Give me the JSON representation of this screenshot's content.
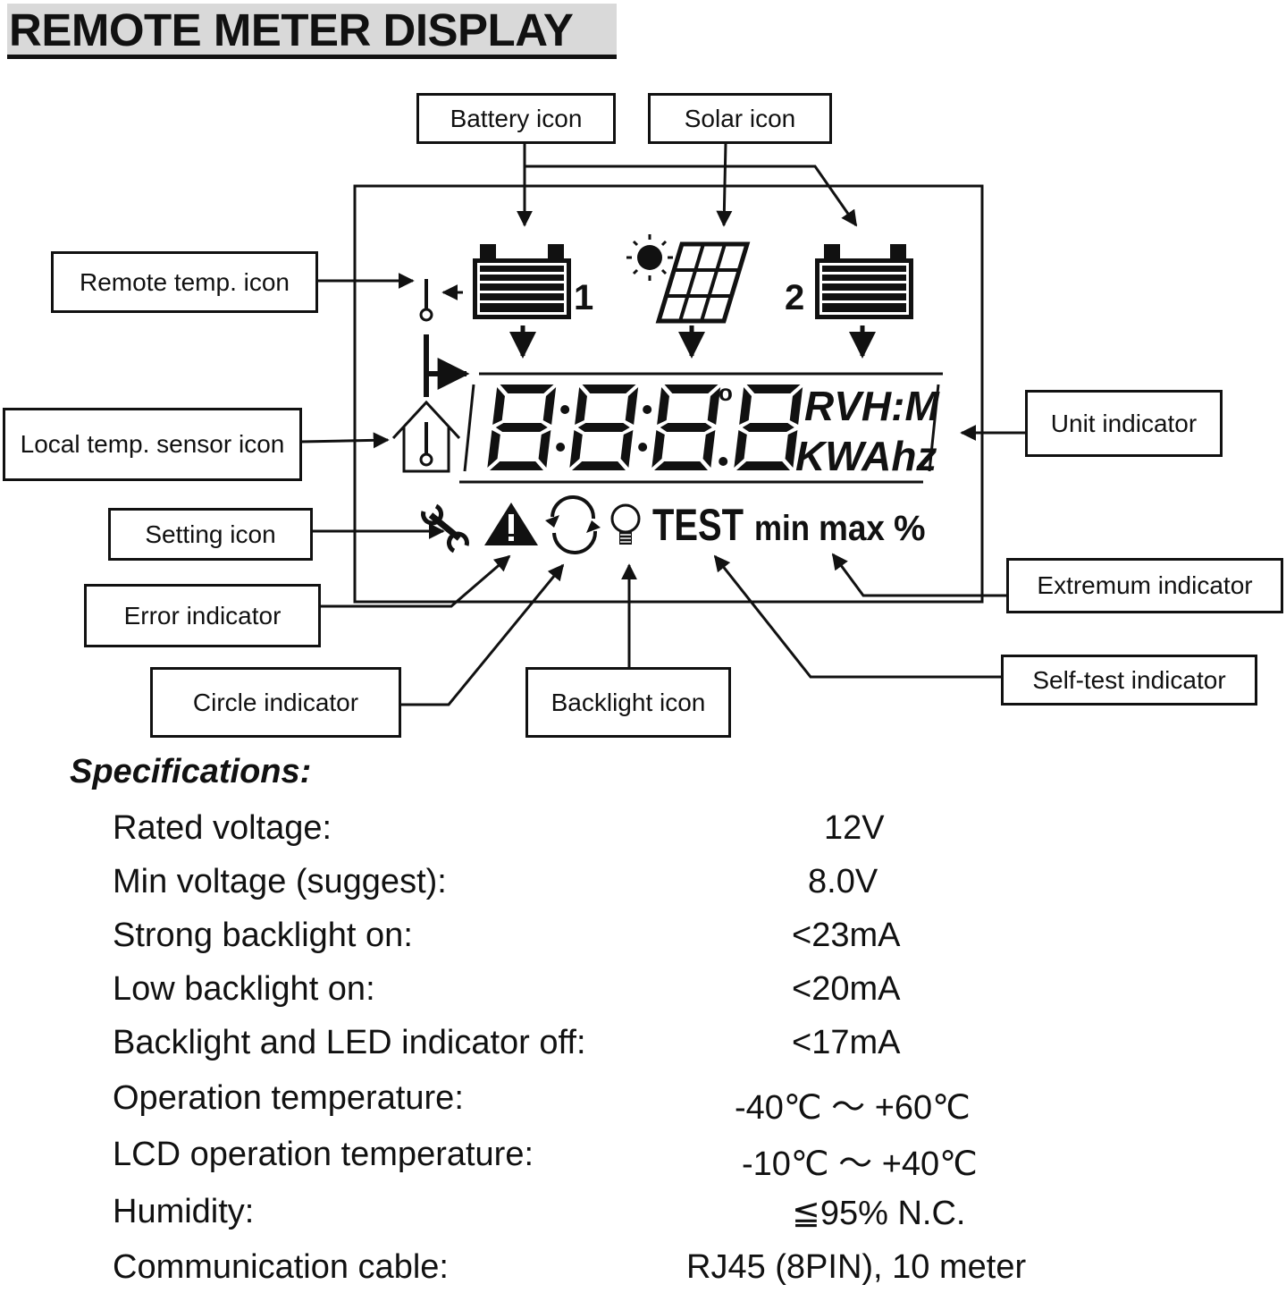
{
  "title": "REMOTE METER DISPLAY",
  "callouts": {
    "battery": "Battery icon",
    "solar": "Solar icon",
    "remote_temp": "Remote temp. icon",
    "local_temp": "Local temp. sensor icon",
    "unit": "Unit indicator",
    "setting": "Setting icon",
    "error": "Error indicator",
    "extremum": "Extremum indicator",
    "circle": "Circle indicator",
    "backlight": "Backlight icon",
    "selftest": "Self-test indicator"
  },
  "lcd": {
    "battery1_label": "1",
    "battery2_label": "2",
    "digits": "8888",
    "degree": "o",
    "unit_top": "RVH:M",
    "unit_bottom": "KWAhz",
    "test": "TEST",
    "min": "min",
    "max": "max",
    "percent": "%"
  },
  "specs": {
    "heading": "Specifications:",
    "rows": [
      {
        "label": "Rated voltage:",
        "value": "12V"
      },
      {
        "label": "Min voltage (suggest):",
        "value": "8.0V"
      },
      {
        "label": "Strong backlight on:",
        "value": "<23mA"
      },
      {
        "label": "Low backlight on:",
        "value": "<20mA"
      },
      {
        "label": "Backlight and LED indicator off:",
        "value": "<17mA"
      },
      {
        "label": "Operation temperature:",
        "value": "-40℃  ～  +60℃"
      },
      {
        "label": "LCD operation temperature:",
        "value": "-10℃  ～  +40℃"
      },
      {
        "label": "Humidity:",
        "value": "≦95% N.C."
      },
      {
        "label": "Communication cable:",
        "value": "RJ45 (8PIN), 10 meter"
      }
    ]
  }
}
